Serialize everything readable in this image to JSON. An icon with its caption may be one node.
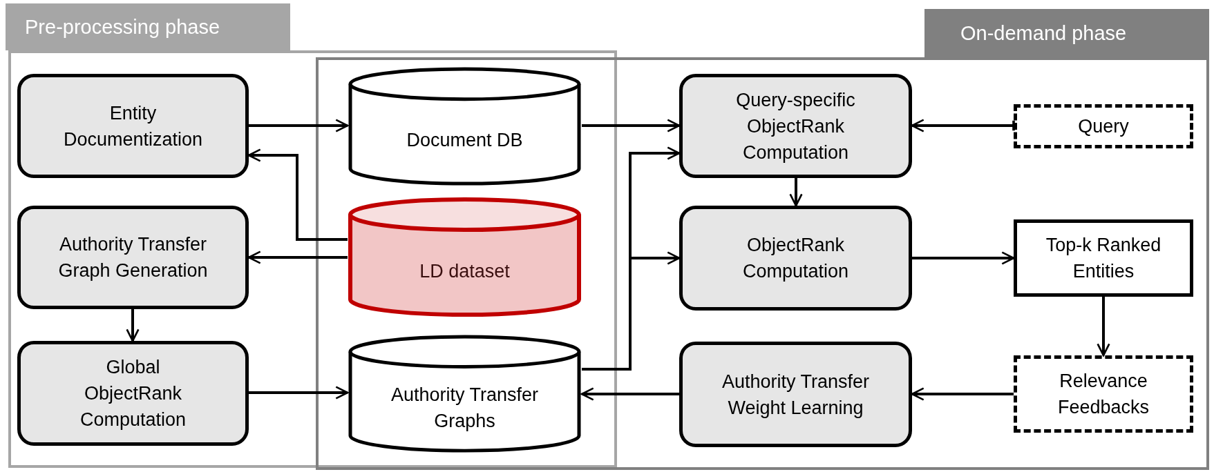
{
  "diagram": {
    "nodes": [
      {
        "text": [
          "Pre-processing phase"
        ]
      },
      {
        "text": [
          "On-demand phase"
        ]
      },
      {
        "text": [
          "Entity Documentization"
        ],
        "in": 0
      },
      {
        "text": [
          "Document DB"
        ]
      },
      {
        "text": [
          "Query-specific ObjectRank Computation"
        ],
        "in": 1
      },
      {
        "text": [
          "Query"
        ],
        "in": 1
      },
      {
        "text": [
          "Authority Transfer Graph Generation"
        ],
        "in": 0
      },
      {
        "text": [
          "LD dataset"
        ]
      },
      {
        "text": [
          "ObjectRank Computation"
        ],
        "in": 1
      },
      {
        "text": [
          "Top-k Ranked Entities"
        ],
        "in": 1
      },
      {
        "text": [
          "Global ObjectRank Computation"
        ],
        "in": 0
      },
      {
        "text": [
          "Authority Transfer Graphs"
        ]
      },
      {
        "text": [
          "Authority Transfer Weight Learning"
        ],
        "in": 1
      },
      {
        "text": [
          "Relevance Feedbacks"
        ],
        "in": 1
      }
    ],
    "edges": [
      {
        "from": 2,
        "to": 3,
        "arrow": "to"
      },
      {
        "from": 7,
        "to": 2,
        "arrow": "to"
      },
      {
        "from": 7,
        "to": 6,
        "arrow": "to"
      },
      {
        "from": 6,
        "to": 10,
        "arrow": "to"
      },
      {
        "from": 10,
        "to": 11,
        "arrow": "to"
      },
      {
        "from": 3,
        "to": 4,
        "arrow": "to"
      },
      {
        "from": 11,
        "to": 4,
        "arrow": "to"
      },
      {
        "from": 11,
        "to": 8,
        "arrow": "to"
      },
      {
        "from": 5,
        "to": 4,
        "arrow": "to"
      },
      {
        "from": 4,
        "to": 8,
        "arrow": "to"
      },
      {
        "from": 8,
        "to": 9,
        "arrow": "to"
      },
      {
        "from": 9,
        "to": 13,
        "arrow": "to"
      },
      {
        "from": 13,
        "to": 12,
        "arrow": "to"
      },
      {
        "from": 12,
        "to": 11,
        "arrow": "to"
      }
    ]
  }
}
